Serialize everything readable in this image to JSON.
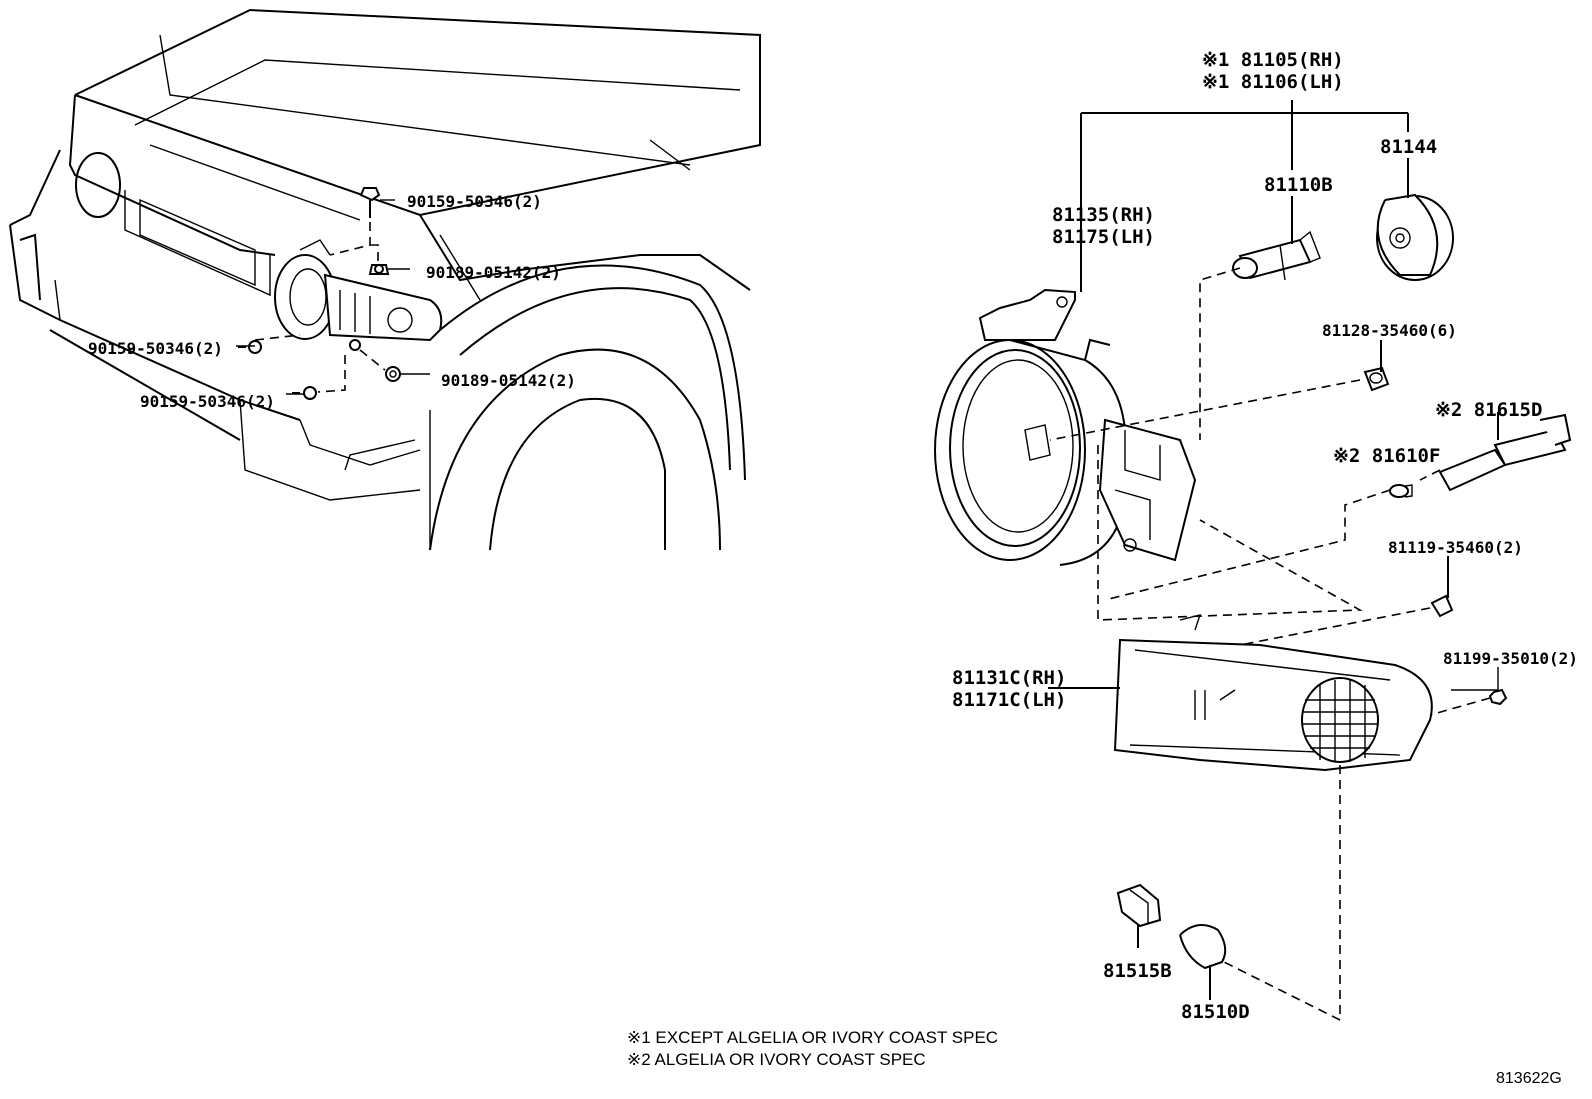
{
  "labels": {
    "l_90159_top": "90159-50346(2)",
    "l_90189_top": "90189-05142(2)",
    "l_90159_mid": "90159-50346(2)",
    "l_90189_mid": "90189-05142(2)",
    "l_90159_bot": "90159-50346(2)",
    "l_81105": "※1 81105(RH)",
    "l_81106": "※1 81106(LH)",
    "l_81144": "81144",
    "l_81110B": "81110B",
    "l_81135": "81135(RH)",
    "l_81175": "81175(LH)",
    "l_81128": "81128-35460(6)",
    "l_81615D": "※2 81615D",
    "l_81610F": "※2 81610F",
    "l_81119": "81119-35460(2)",
    "l_81199": "81199-35010(2)",
    "l_81131C": "81131C(RH)",
    "l_81171C": "81171C(LH)",
    "l_81515B": "81515B",
    "l_81510D": "81510D"
  },
  "notes": {
    "note1": "※1 EXCEPT ALGELIA OR IVORY COAST SPEC",
    "note2": "※2 ALGELIA OR IVORY COAST SPEC"
  },
  "diagram_code": "813622G"
}
